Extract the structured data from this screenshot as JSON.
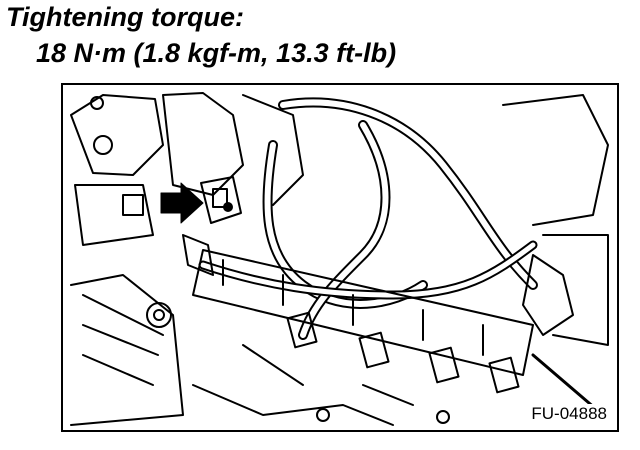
{
  "spec": {
    "label": "Tightening torque:",
    "value": "18 N·m (1.8 kgf-m, 13.3 ft-lb)"
  },
  "figure": {
    "id": "FU-04888",
    "arrow_icon": "arrow-right-icon"
  }
}
